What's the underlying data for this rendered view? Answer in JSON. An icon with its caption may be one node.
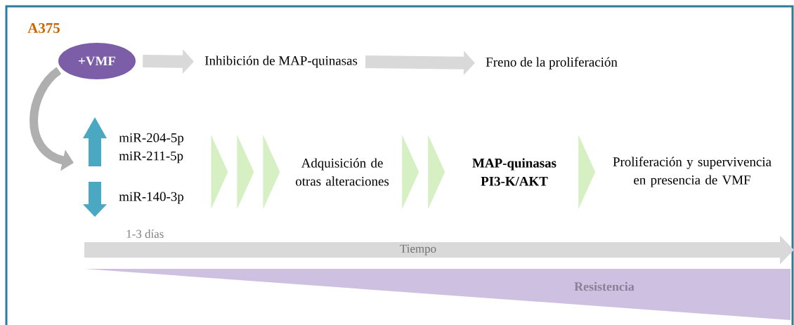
{
  "diagram": {
    "nodes": [
      {
        "text": [
          "+VMF"
        ]
      },
      {
        "text": [
          "Inhibición de MAP-quinasas"
        ]
      },
      {
        "text": [
          "Freno de la proliferación"
        ]
      },
      {
        "text": [
          "miR-204-5p miR-211-5p",
          "miR-140-3p"
        ]
      },
      {
        "text": [
          "Adquisición de otras alteraciones"
        ]
      },
      {
        "text": [
          "MAP-quinasas PI3-K/AKT"
        ]
      },
      {
        "text": [
          "Proliferación y supervivencia en presencia de VMF"
        ]
      }
    ],
    "edges": [
      {
        "from": 0,
        "to": 1,
        "arrow": "to"
      },
      {
        "from": 1,
        "to": 2,
        "arrow": "to"
      },
      {
        "from": 0,
        "to": 3,
        "arrow": "to"
      },
      {
        "from": 3,
        "to": 4,
        "arrow": "to"
      },
      {
        "from": 4,
        "to": 5,
        "arrow": "to"
      },
      {
        "from": 5,
        "to": 6,
        "arrow": "to"
      }
    ],
    "labels": [
      "A375",
      "1-3 días",
      "Tiempo",
      "Resistencia"
    ]
  }
}
